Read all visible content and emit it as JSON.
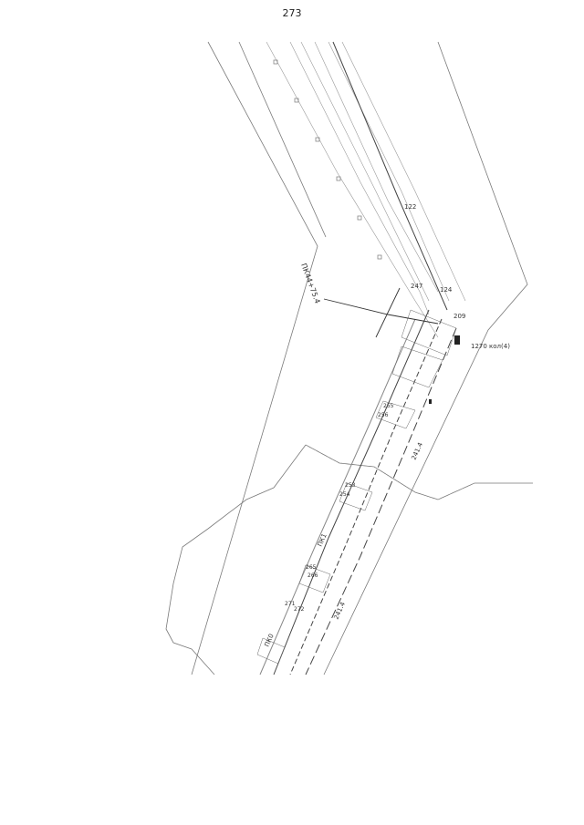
{
  "page": {
    "number": "273"
  },
  "plan": {
    "labels": {
      "pk_top_left": "ПК44+75.4",
      "lbl_122": "122",
      "lbl_124": "124",
      "lbl_247": "247",
      "lbl_209": "209",
      "lbl_270": "1270 кол(4)",
      "lbl_pk1": "ПК1",
      "lbl_pk0": "ПК0",
      "lbl_2414a": "241.4",
      "lbl_2414b": "241.4",
      "lbl_271": "271",
      "lbl_272": "272",
      "lbl_265": "265",
      "lbl_266": "266",
      "lbl_253": "253",
      "lbl_254": "254",
      "lbl_255": "255",
      "lbl_256": "256"
    }
  }
}
